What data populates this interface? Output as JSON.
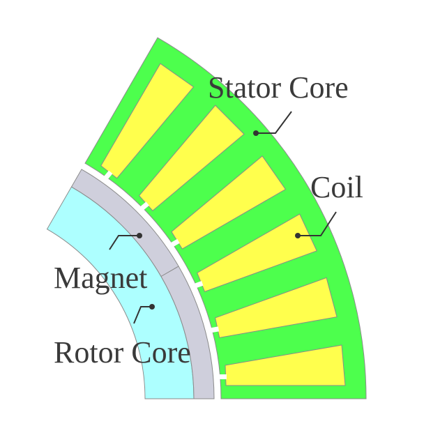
{
  "labels": {
    "stator_core": "Stator Core",
    "coil": "Coil",
    "magnet": "Magnet",
    "rotor_core": "Rotor Core"
  },
  "slot_count": 6,
  "colors": {
    "stator": "#4dff4d",
    "coil": "#ffff4d",
    "magnet": "#cfcfdc",
    "rotor": "#adffff",
    "outline": "#8a8a8a"
  }
}
